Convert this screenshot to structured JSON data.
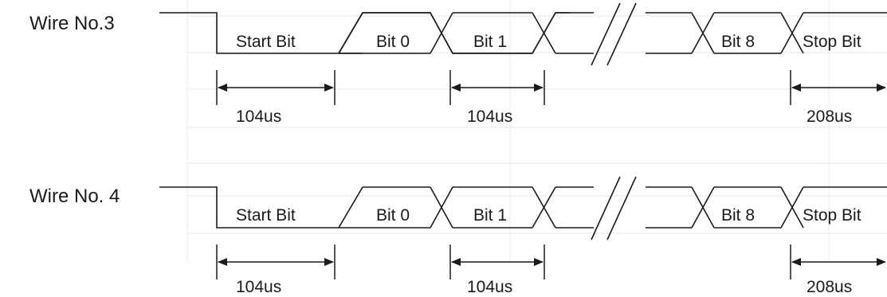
{
  "wires": [
    {
      "label": "Wire No.3",
      "fields": {
        "start": "Start Bit",
        "bit0": "Bit 0",
        "bit1": "Bit 1",
        "bit8": "Bit 8",
        "stop": "Stop Bit"
      },
      "durations": {
        "start": "104us",
        "bit1": "104us",
        "stop": "208us"
      }
    },
    {
      "label": "Wire No. 4",
      "fields": {
        "start": "Start Bit",
        "bit0": "Bit 0",
        "bit1": "Bit 1",
        "bit8": "Bit 8",
        "stop": "Stop Bit"
      },
      "durations": {
        "start": "104us",
        "bit1": "104us",
        "stop": "208us"
      }
    }
  ],
  "colors": {
    "line": "#1a1a1a",
    "background": "#ffffff",
    "faint_background_table": "#e9e9e9"
  }
}
